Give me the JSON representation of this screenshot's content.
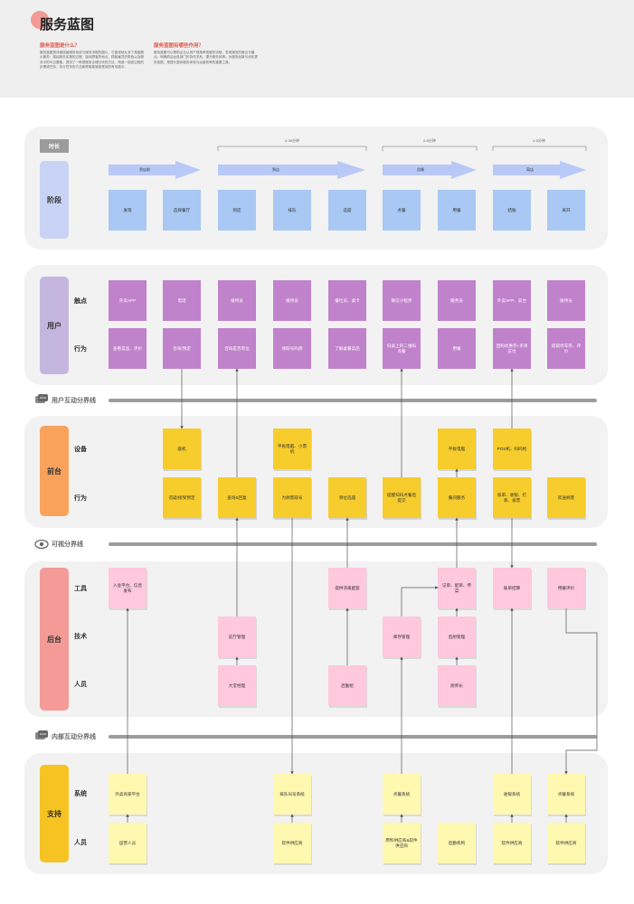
{
  "header": {
    "title": "服务蓝图",
    "q1_title": "服务蓝图是什么？",
    "q1_text": "服务蓝图是详细描画服务系统与服务流程的图片，它直观地从多个角度展示服务：描绘服务实施的过程、接待顾客的地点、顾客雇员的角色以及服务中的可见要素，提供了一种把服务合理分块的方法，再逐一描述过程的步骤或任务，执行任务的方法和顾客能够感受到的有形展示。",
    "q2_title": "服务蓝图有哪些作用？",
    "q2_text": "服务蓝图可以帮助企业从用户视角审视服务流程，发现服务的断点与痛点；明确前后台各部门的协作关系，提升服务效率；为服务创新与优化提供依据，是提升整体服务体验与运营效率的重要工具。"
  },
  "stage": {
    "time_label": "时长",
    "lane_label": "阶段",
    "bracket_labels": [
      "0-30分钟",
      "0-5分钟",
      "0-5分钟"
    ],
    "arrow_labels": [
      "到店前",
      "到店",
      "用餐",
      "离店"
    ],
    "cards": [
      "发现",
      "选择餐厅",
      "到店",
      "排队",
      "选座",
      "点餐",
      "用餐",
      "结账",
      "离开"
    ]
  },
  "user": {
    "lane_label": "用户",
    "touch_label": "触点",
    "action_label": "行为",
    "touch_cards": [
      "外卖APP",
      "电话",
      "接待员",
      "接待员",
      "餐位员、桌卡",
      "微信小程序",
      "服务员",
      "外卖APP、前台",
      "接待员"
    ],
    "action_cards": [
      "查看菜品、评价",
      "咨询/预定",
      "咨询是否有位",
      "领取号码牌",
      "了解桌餐菜品",
      "扫桌上的二维码点餐",
      "用餐",
      "团购优惠券+买单支付",
      "提取停车券、评价"
    ]
  },
  "divider1": {
    "label": "用户互动分界线"
  },
  "front": {
    "lane_label": "前台",
    "device_label": "设备",
    "action_label": "行为",
    "device_cards": [
      "座机",
      "平板电脑、小票机",
      "平板电脑",
      "POS机、扫码枪"
    ],
    "action_cards": [
      "答疑/接受预定",
      "查询&回复",
      "为顾客取号",
      "领位选座",
      "提醒扫码点餐后提交",
      "餐间服务",
      "核单、收银、打单、发票",
      "欢送顾客"
    ]
  },
  "divider2": {
    "label": "可视分界线"
  },
  "back": {
    "lane_label": "后台",
    "tool_label": "工具",
    "tech_label": "技术",
    "staff_label": "人员",
    "tool_cards": [
      "入驻平台、信息发布",
      "提供消毒配套",
      "记单、配单、传菜",
      "账单结算",
      "用餐评价"
    ],
    "tech_cards": [
      "前厅管理",
      "库存管理",
      "后厨管理"
    ],
    "staff_cards": [
      "大堂经理",
      "后勤组",
      "厨师长"
    ]
  },
  "divider3": {
    "label": "内部互动分界线"
  },
  "support": {
    "lane_label": "支持",
    "system_label": "系统",
    "staff_label": "人员",
    "system_cards": [
      "外卖商家平台",
      "排队叫号系统",
      "点餐系统",
      "收银系统",
      "点餐系统"
    ],
    "staff_cards": [
      "运营人员",
      "软件供应商",
      "原料供应商&软件供应商",
      "后勤机构",
      "软件供应商",
      "软件供应商"
    ]
  },
  "colors": {
    "stage": "#a9c8f3",
    "user": "#c182cc",
    "front": "#f6cd2c",
    "back": "#ffc8dc",
    "support": "#fff8b0",
    "accent": "#e05a4e"
  }
}
